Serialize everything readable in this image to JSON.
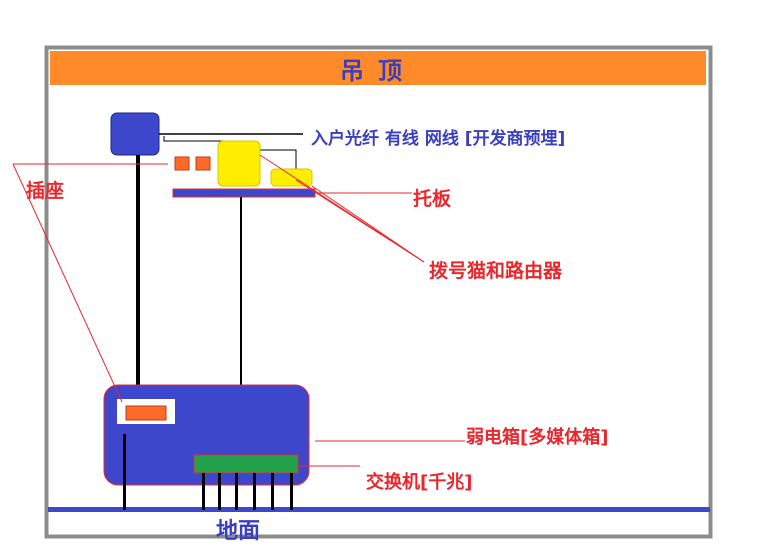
{
  "title": "吊顶",
  "labels": {
    "fiber": "入户光纤 有线 网线 [开发商预埋]",
    "tray": "托板",
    "modem_router": "拨号猫和路由器",
    "socket": "插座",
    "weak_box": "弱电箱[多媒体箱]",
    "switch": "交换机[千兆]",
    "floor": "地面"
  },
  "colors": {
    "ceiling_band": "#ff8a2a",
    "blue_box": "#3d47cc",
    "router": "#ffee00",
    "socket": "#ff6a28",
    "switch": "#22a14a",
    "label_red": "#e8282d",
    "label_blue": "#3a3fbf",
    "frame": "#8c8c8c"
  }
}
